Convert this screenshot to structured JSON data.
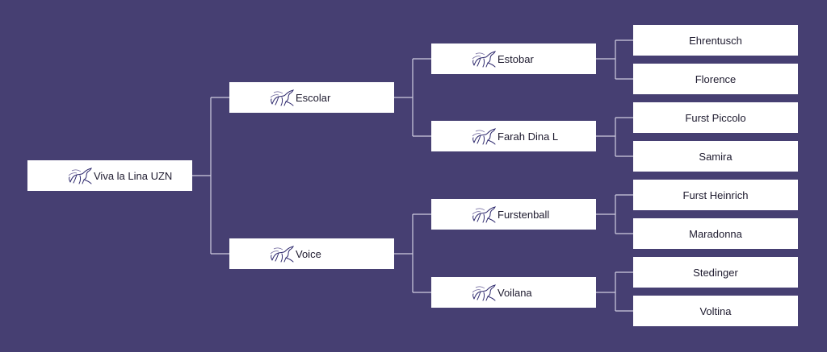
{
  "pedigree": {
    "subject": {
      "name": "Viva la Lina UZN",
      "logo": "horse-logo-icon"
    },
    "parents": [
      {
        "name": "Escolar",
        "logo": "horse-logo-icon"
      },
      {
        "name": "Voice",
        "logo": "horse-logo-icon"
      }
    ],
    "grandparents": [
      {
        "name": "Estobar",
        "logo": "horse-logo-icon"
      },
      {
        "name": "Farah Dina L",
        "logo": "horse-logo-icon"
      },
      {
        "name": "Furstenball",
        "logo": "horse-logo-icon"
      },
      {
        "name": "Voilana",
        "logo": "horse-logo-icon"
      }
    ],
    "great_grandparents": [
      {
        "name": "Ehrentusch"
      },
      {
        "name": "Florence"
      },
      {
        "name": "Furst Piccolo"
      },
      {
        "name": "Samira"
      },
      {
        "name": "Furst Heinrich"
      },
      {
        "name": "Maradonna"
      },
      {
        "name": "Stedinger"
      },
      {
        "name": "Voltina"
      }
    ]
  },
  "colors": {
    "background": "#463f72",
    "box": "#ffffff",
    "line": "#cfcce0",
    "logo": "#2f2a6e"
  }
}
